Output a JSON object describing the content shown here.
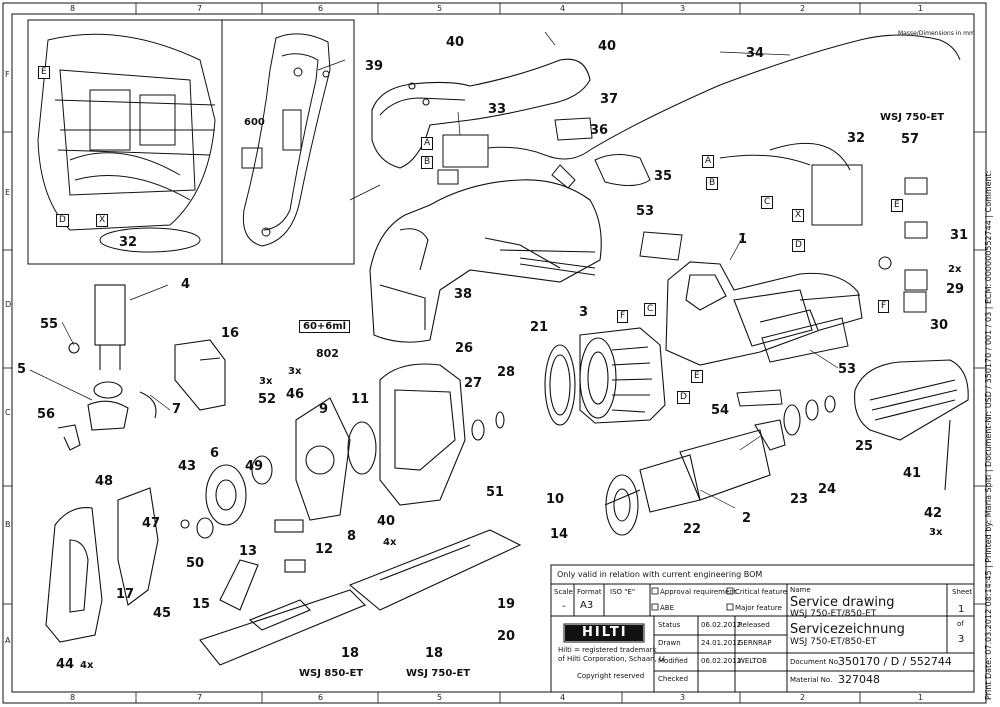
{
  "header": {
    "dimensions_note": "Masse/Dimensions in mm"
  },
  "grid": {
    "columns": [
      "8",
      "7",
      "6",
      "5",
      "4",
      "3",
      "2",
      "1"
    ],
    "rows": [
      "F",
      "E",
      "D",
      "C",
      "B",
      "A"
    ]
  },
  "callouts": [
    "1",
    "2",
    "3",
    "4",
    "5",
    "6",
    "7",
    "8",
    "9",
    "10",
    "11",
    "12",
    "13",
    "14",
    "15",
    "16",
    "17",
    "18",
    "18",
    "19",
    "20",
    "21",
    "22",
    "23",
    "24",
    "25",
    "26",
    "27",
    "28",
    "29",
    "30",
    "31",
    "32",
    "32",
    "33",
    "34",
    "35",
    "36",
    "37",
    "38",
    "39",
    "40",
    "40",
    "40",
    "41",
    "42",
    "43",
    "44",
    "45",
    "46",
    "47",
    "48",
    "49",
    "50",
    "51",
    "52",
    "53",
    "53",
    "54",
    "55",
    "56",
    "57",
    "600",
    "802"
  ],
  "letter_labels": [
    "E",
    "D",
    "X",
    "A",
    "B",
    "A",
    "B",
    "C",
    "X",
    "D",
    "E",
    "F",
    "C",
    "F",
    "E",
    "D"
  ],
  "notes": {
    "grease": "60+6ml",
    "qty_3x_a": "3x",
    "qty_3x_b": "3x",
    "qty_4x_screw": "4x",
    "qty_4x_44": "4x",
    "qty_2x": "2x",
    "qty_3x_42": "3x",
    "variant_top": "WSJ 750-ET",
    "variant_850": "WSJ 850-ET",
    "variant_750": "WSJ 750-ET"
  },
  "title_block": {
    "validity": "Only valid in relation with current engineering BOM",
    "scale_label": "Scale",
    "scale_value": "-",
    "format_label": "Format",
    "format_value": "A3",
    "iso_label": "ISO \"E\"",
    "approval": "Approval requirement",
    "abe": "ABE",
    "critical": "Critical feature",
    "major": "Major feature",
    "name_label": "Name",
    "name_en": "Service drawing",
    "model_en": "WSJ 750-ET/850-ET",
    "name_de": "Servicezeichnung",
    "model_de": "WSJ 750-ET/850-ET",
    "brand": "HILTI",
    "trademark_1": "Hilti = registered trademark",
    "trademark_2": "of Hilti Corporation, Schaan, LI",
    "copyright": "Copyright reserved",
    "status_label": "Status",
    "status_date": "06.02.2012",
    "status_value": "Released",
    "drawn_label": "Drawn",
    "drawn_date": "24.01.2012",
    "drawn_by": "GERNRAP",
    "modified_label": "Modified",
    "modified_date": "06.02.2012",
    "modified_by": "WELTOB",
    "checked_label": "Checked",
    "doc_label": "Document No.",
    "doc_value": "350170 / D / 552744",
    "mat_label": "Material No.",
    "mat_value": "327048",
    "sheet_label": "Sheet",
    "sheet_value": "1",
    "of_label": "of",
    "of_value": "3"
  },
  "side_strip": "Print Date: 07.03.2012 08:14:45 | Printed by: Maria Spitl | Document-Nr: USD / 350170 / 001 / 03 | ECM: 000000552744 | Comment:"
}
